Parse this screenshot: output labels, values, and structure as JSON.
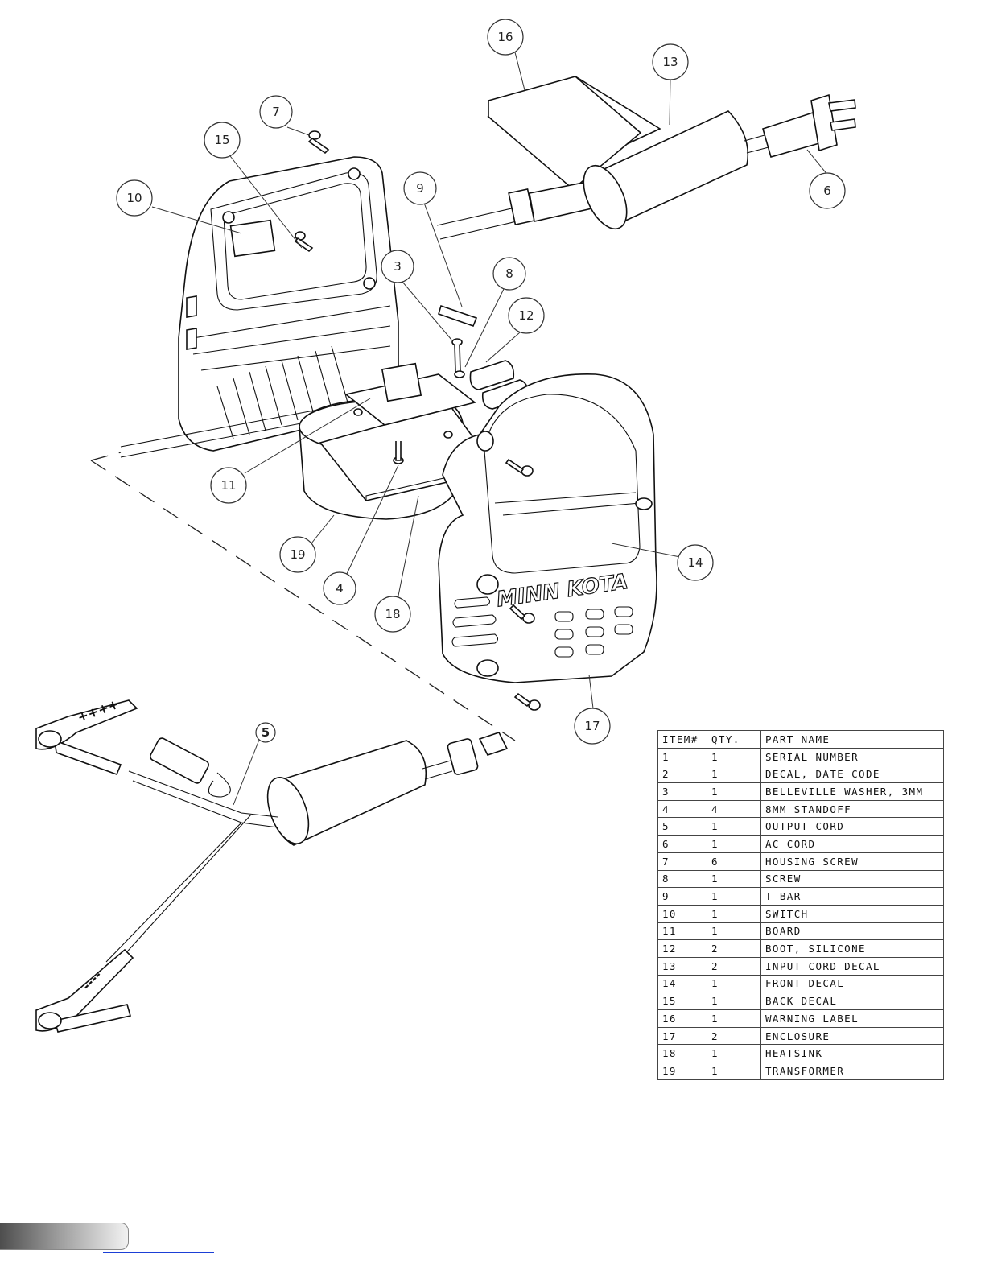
{
  "callouts": [
    {
      "id": "callout-16",
      "label": "16"
    },
    {
      "id": "callout-13",
      "label": "13"
    },
    {
      "id": "callout-7",
      "label": "7"
    },
    {
      "id": "callout-15",
      "label": "15"
    },
    {
      "id": "callout-6",
      "label": "6"
    },
    {
      "id": "callout-10",
      "label": "10"
    },
    {
      "id": "callout-9",
      "label": "9"
    },
    {
      "id": "callout-3",
      "label": "3"
    },
    {
      "id": "callout-8",
      "label": "8"
    },
    {
      "id": "callout-12",
      "label": "12"
    },
    {
      "id": "callout-11",
      "label": "11"
    },
    {
      "id": "callout-19",
      "label": "19"
    },
    {
      "id": "callout-4",
      "label": "4"
    },
    {
      "id": "callout-18",
      "label": "18"
    },
    {
      "id": "callout-14",
      "label": "14"
    },
    {
      "id": "callout-17",
      "label": "17"
    },
    {
      "id": "callout-5",
      "label": "5"
    }
  ],
  "parts_table": {
    "headers": [
      "ITEM#",
      "QTY.",
      "PART NAME"
    ],
    "rows": [
      [
        "1",
        "1",
        "SERIAL NUMBER"
      ],
      [
        "2",
        "1",
        "DECAL, DATE CODE"
      ],
      [
        "3",
        "1",
        "BELLEVILLE WASHER, 3MM"
      ],
      [
        "4",
        "4",
        "8MM STANDOFF"
      ],
      [
        "5",
        "1",
        "OUTPUT CORD"
      ],
      [
        "6",
        "1",
        "AC CORD"
      ],
      [
        "7",
        "6",
        "HOUSING SCREW"
      ],
      [
        "8",
        "1",
        "SCREW"
      ],
      [
        "9",
        "1",
        "T-BAR"
      ],
      [
        "10",
        "1",
        "SWITCH"
      ],
      [
        "11",
        "1",
        "BOARD"
      ],
      [
        "12",
        "2",
        "BOOT, SILICONE"
      ],
      [
        "13",
        "2",
        "INPUT CORD DECAL"
      ],
      [
        "14",
        "1",
        "FRONT DECAL"
      ],
      [
        "15",
        "1",
        "BACK DECAL"
      ],
      [
        "16",
        "1",
        "WARNING LABEL"
      ],
      [
        "17",
        "2",
        "ENCLOSURE"
      ],
      [
        "18",
        "1",
        "HEATSINK"
      ],
      [
        "19",
        "1",
        "TRANSFORMER"
      ]
    ]
  },
  "clamp_markings": {
    "positive": "++++",
    "negative": "----"
  },
  "brand_watermark": "MINN KOTA"
}
